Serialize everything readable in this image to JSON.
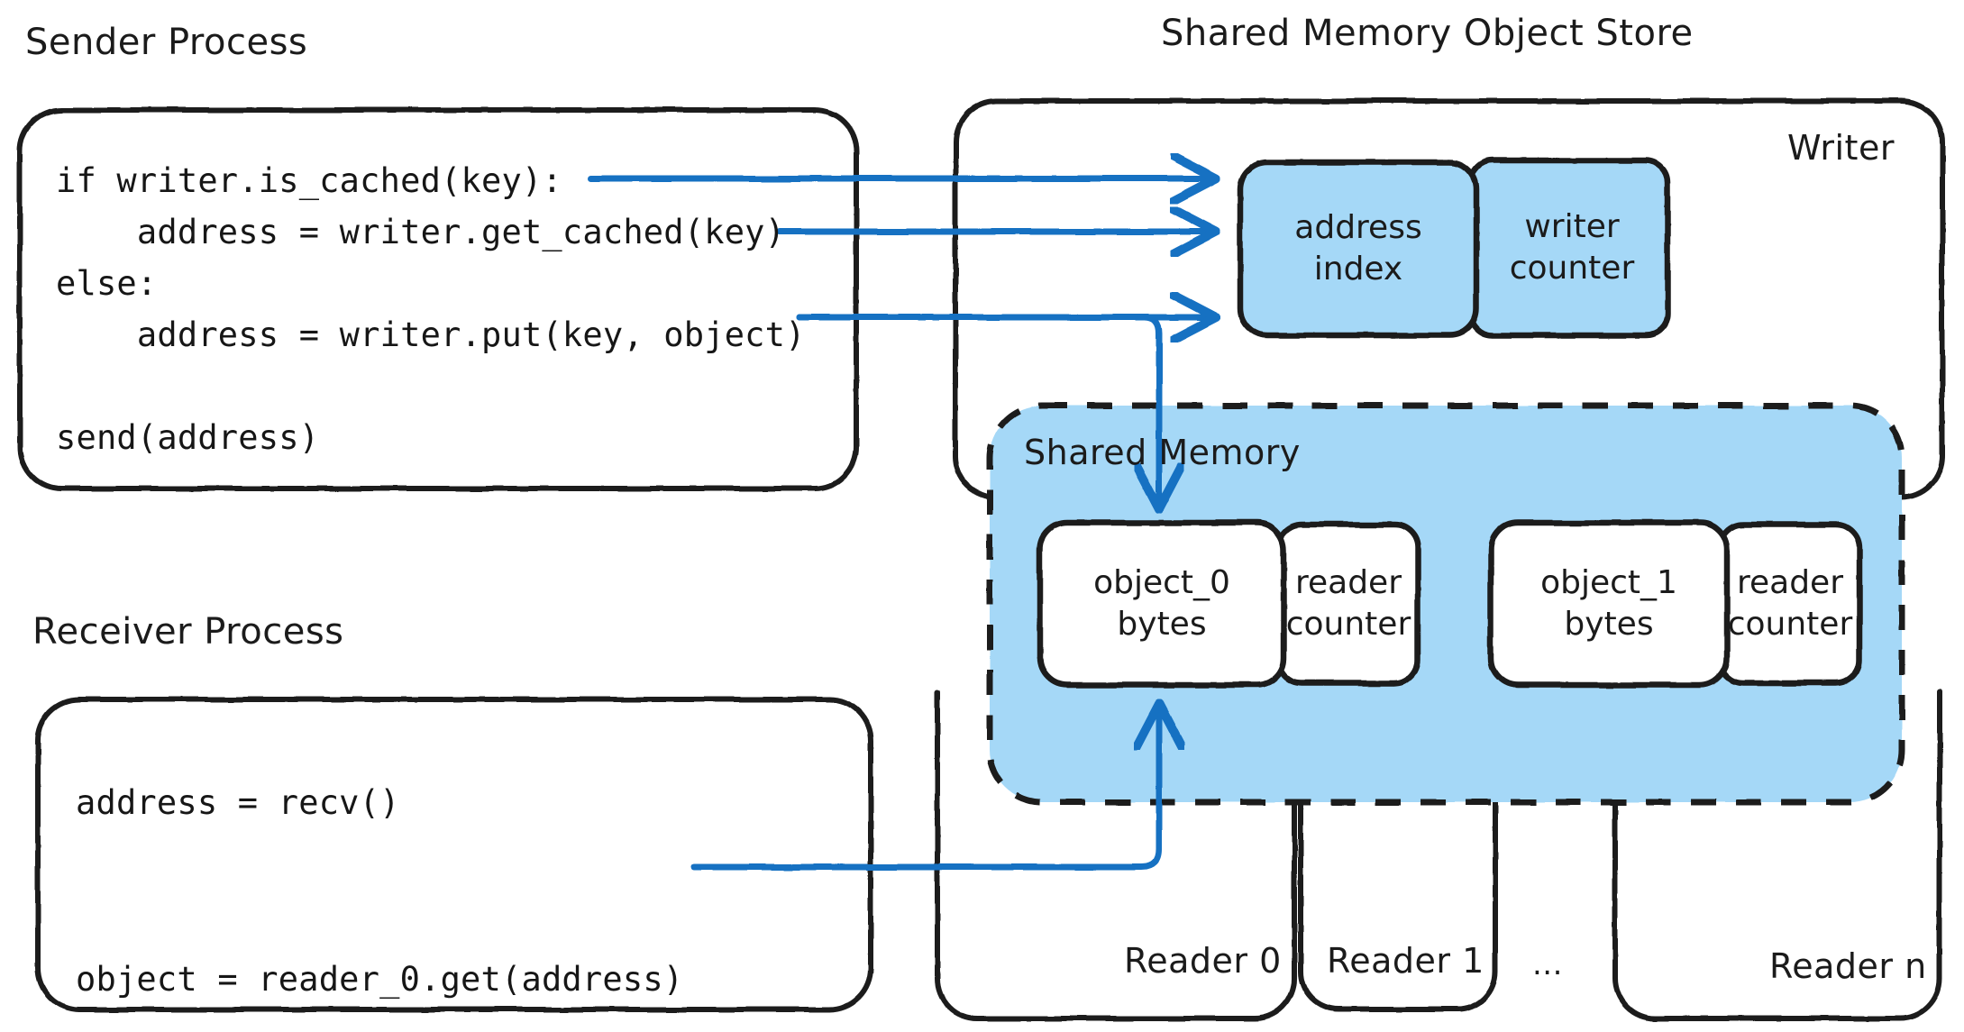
{
  "theme": {
    "background": "#ffffff",
    "stroke": "#1b1b1b",
    "fill_blue": "#a5d8f7",
    "arrow_blue": "#1971c2",
    "box_white": "#ffffff"
  },
  "sender": {
    "title": "Sender Process",
    "code_lines": [
      "if writer.is_cached(key):",
      "    address = writer.get_cached(key)",
      "else:",
      "    address = writer.put(key, object)",
      "",
      "send(address)"
    ]
  },
  "receiver": {
    "title": "Receiver Process",
    "code_lines": [
      "address = recv()",
      "",
      "object = reader_0.get(address)"
    ]
  },
  "store": {
    "title": "Shared Memory Object Store",
    "writer": {
      "label": "Writer",
      "cells": [
        {
          "text": "address\nindex"
        },
        {
          "text": "writer\ncounter"
        }
      ]
    },
    "shared_memory": {
      "label": "Shared Memory",
      "slots": [
        {
          "object": "object_0\nbytes",
          "counter": "reader\ncounter"
        },
        {
          "object": "object_1\nbytes",
          "counter": "reader\ncounter"
        }
      ]
    },
    "readers": [
      {
        "label": "Reader 0"
      },
      {
        "label": "Reader 1"
      },
      {
        "label": "..."
      },
      {
        "label": "Reader n"
      }
    ]
  },
  "arrows": [
    {
      "name": "is-cached-to-address-index"
    },
    {
      "name": "get-cached-to-address-index"
    },
    {
      "name": "put-to-address-index"
    },
    {
      "name": "put-to-object-0"
    },
    {
      "name": "reader-get-to-object-0"
    }
  ]
}
